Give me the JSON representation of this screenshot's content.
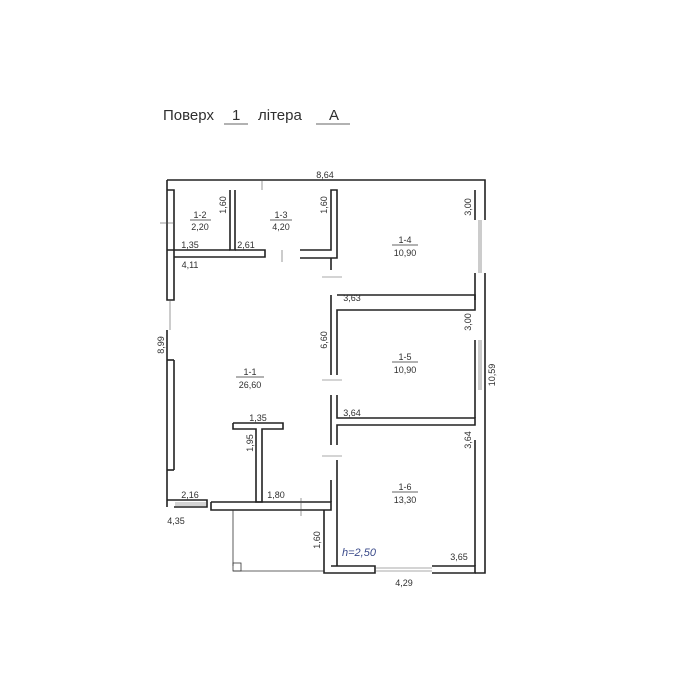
{
  "header": {
    "floor_prefix": "Поверх",
    "floor_value": "1",
    "letter_prefix": "літера",
    "letter_value": "А"
  },
  "rooms": [
    {
      "id": "1-1",
      "area": "26,60"
    },
    {
      "id": "1-2",
      "area": "2,20"
    },
    {
      "id": "1-3",
      "area": "4,20"
    },
    {
      "id": "1-4",
      "area": "10,90"
    },
    {
      "id": "1-5",
      "area": "10,90"
    },
    {
      "id": "1-6",
      "area": "13,30"
    }
  ],
  "dimensions": {
    "top_total": "8,64",
    "r12_height": "1,60",
    "r13_height": "1,60",
    "r12_width": "1,35",
    "r13_width": "2,61",
    "left_upper": "4,11",
    "r14_height": "3,00",
    "r14_width": "3,63",
    "left_height": "8,99",
    "r11_right": "6,60",
    "r15_height": "3,00",
    "right_total": "10,59",
    "r15_width": "3,64",
    "stair_top": "1,35",
    "stair_height": "1,95",
    "r16_height": "3,64",
    "bottom_left": "2,16",
    "bottom_mid": "1,80",
    "bottom_left_total": "4,35",
    "porch_height": "1,60",
    "r16_width": "3,65",
    "bottom_total": "4,29"
  },
  "ceiling_height": "h=2,50"
}
